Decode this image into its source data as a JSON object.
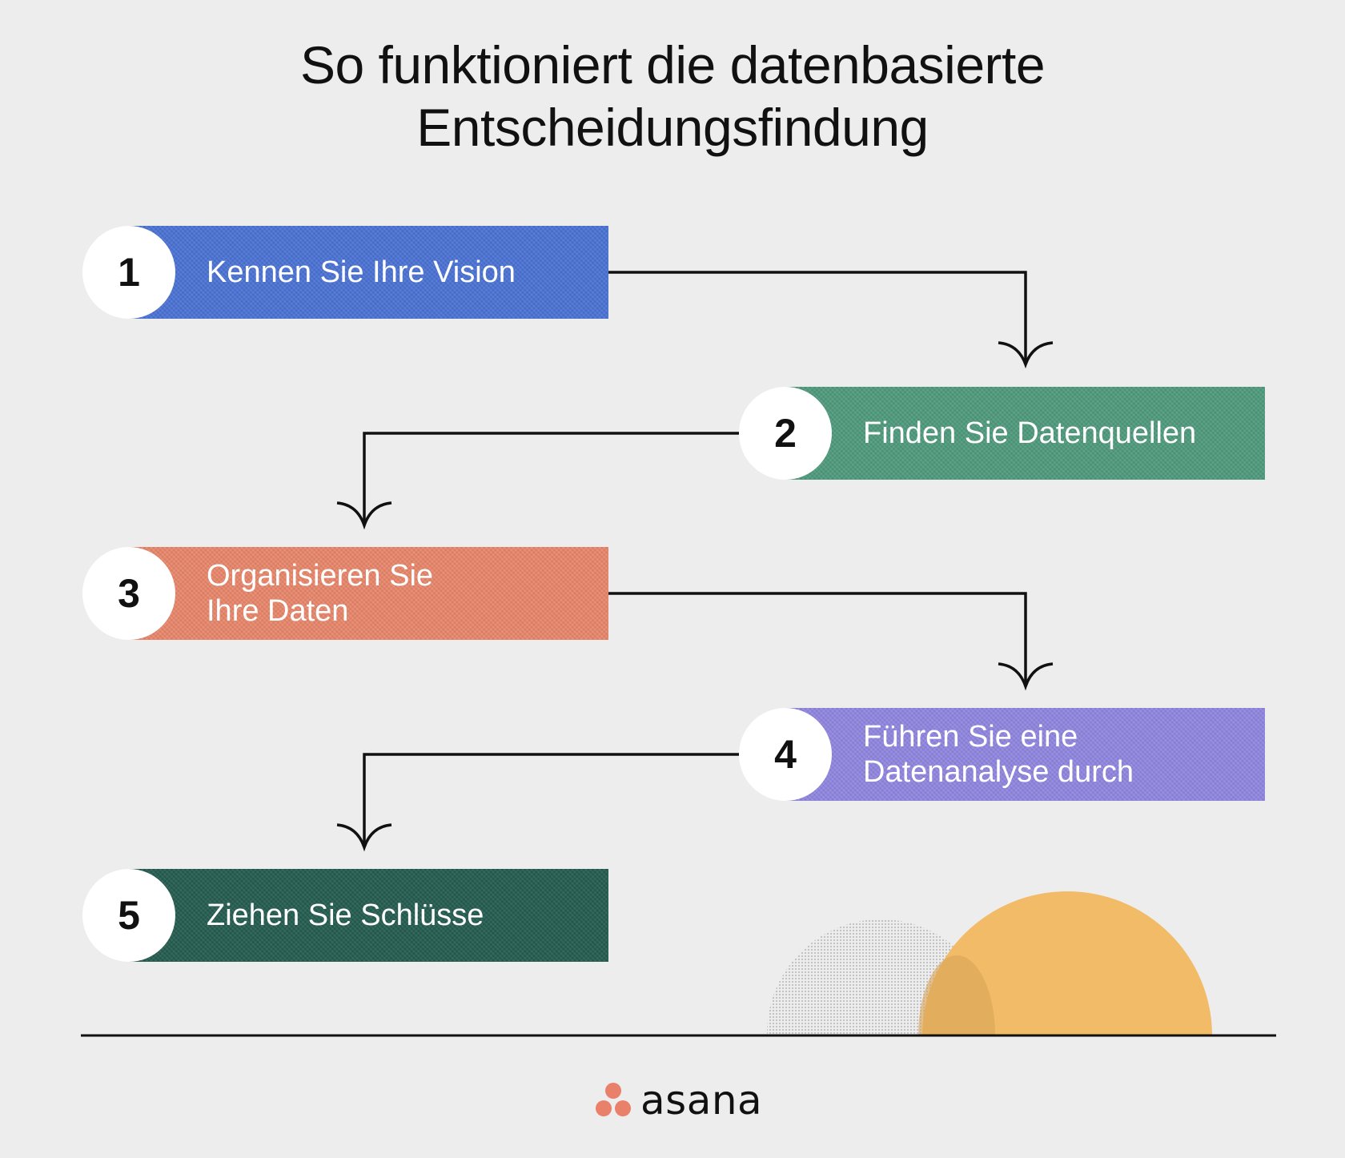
{
  "title": {
    "line1": "So funktioniert die datenbasierte",
    "line2": "Entscheidungsfindung"
  },
  "steps": [
    {
      "number": "1",
      "label_lines": [
        "Kennen Sie Ihre Vision"
      ],
      "color": "#4a72d4"
    },
    {
      "number": "2",
      "label_lines": [
        "Finden Sie Datenquellen"
      ],
      "color": "#4e9a7c"
    },
    {
      "number": "3",
      "label_lines": [
        "Organisieren Sie",
        "Ihre Daten"
      ],
      "color": "#e8866a"
    },
    {
      "number": "4",
      "label_lines": [
        "Führen Sie eine",
        "Datenanalyse durch"
      ],
      "color": "#8f85e0"
    },
    {
      "number": "5",
      "label_lines": [
        "Ziehen Sie Schlüsse"
      ],
      "color": "#245c4f"
    }
  ],
  "decor": {
    "sun_color": "#f1bb68",
    "moon_color": "#c4c3c3",
    "line_color": "#111111"
  },
  "logo": {
    "text": "asana",
    "dot_color": "#e8806a"
  }
}
